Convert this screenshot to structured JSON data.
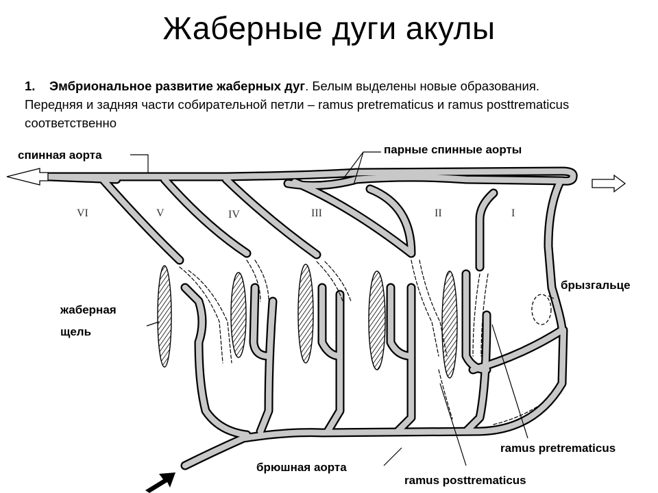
{
  "title": "Жаберные дуги акулы",
  "description": {
    "number": "1.",
    "heading": "Эмбриональное развитие жаберных дуг",
    "text_1": ". Белым выделены новые образования.",
    "text_2": "Передняя и задняя части собирательной петли – ramus pretrematicus и ramus posttrematicus соответственно"
  },
  "arch_numerals": [
    "VI",
    "V",
    "IV",
    "III",
    "II",
    "I"
  ],
  "labels": {
    "dorsal_aorta": "спинная аорта",
    "paired_dorsal_aortae": "парные спинные аорты",
    "spiracle": "брызгальце",
    "gill_slit_line1": "жаберная",
    "gill_slit_line2": "щель",
    "ventral_aorta": "брюшная аорта",
    "ramus_pretrematicus": "ramus pretrematicus",
    "ramus_posttrematicus": "ramus posttrematicus"
  },
  "colors": {
    "vessel_fill": "#c8c8c8",
    "vessel_outline": "#000000",
    "background": "#ffffff"
  }
}
